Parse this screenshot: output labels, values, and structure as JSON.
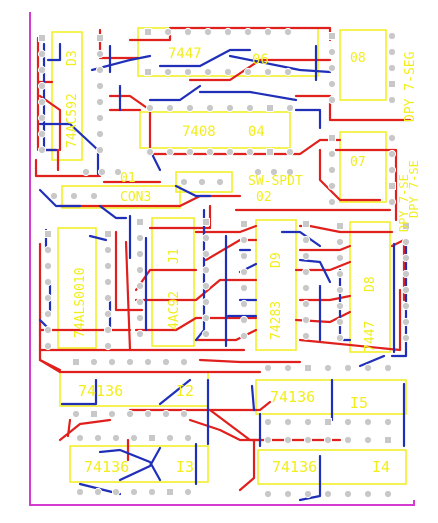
{
  "colors": {
    "background": "#ffffff",
    "board_outline": "#d63bd0",
    "silkscreen": "#f2ee1c",
    "trace_top": "#e0201c",
    "trace_bottom": "#1f2fb8",
    "pad_fill": "#c8c8c8",
    "pad_edge": "#ffffff"
  },
  "labels": {
    "d3_ref": "D3",
    "d3_part": "74AC592",
    "u7447_top_part": "7447",
    "u7447_top_ref": "06",
    "u08_ref": "08",
    "dpy7seg": "DPY 7-SEG",
    "u7408_part": "7408",
    "u7408_ref": "04",
    "q1_ref": "01",
    "con3": "CON3",
    "sw_spdt": "SW-SPDT",
    "q2_ref": "02",
    "u07_ref": "07",
    "dpy_mid_a": "DPY 7-SE",
    "dpy_mid_b": "DPY 7-SE",
    "d10_part": "74ALS0010",
    "j1_ref": "J1",
    "j1_part": "4AC92",
    "d9_ref": "D9",
    "d9_part": "74283",
    "d8_ref": "D8",
    "d8_part": "7447",
    "i2_part": "74136",
    "i2_ref": "I2",
    "i5_part": "74136",
    "i5_ref": "I5",
    "i3_part": "74136",
    "i3_ref": "I3",
    "i4_part": "74136",
    "i4_ref": "I4"
  }
}
